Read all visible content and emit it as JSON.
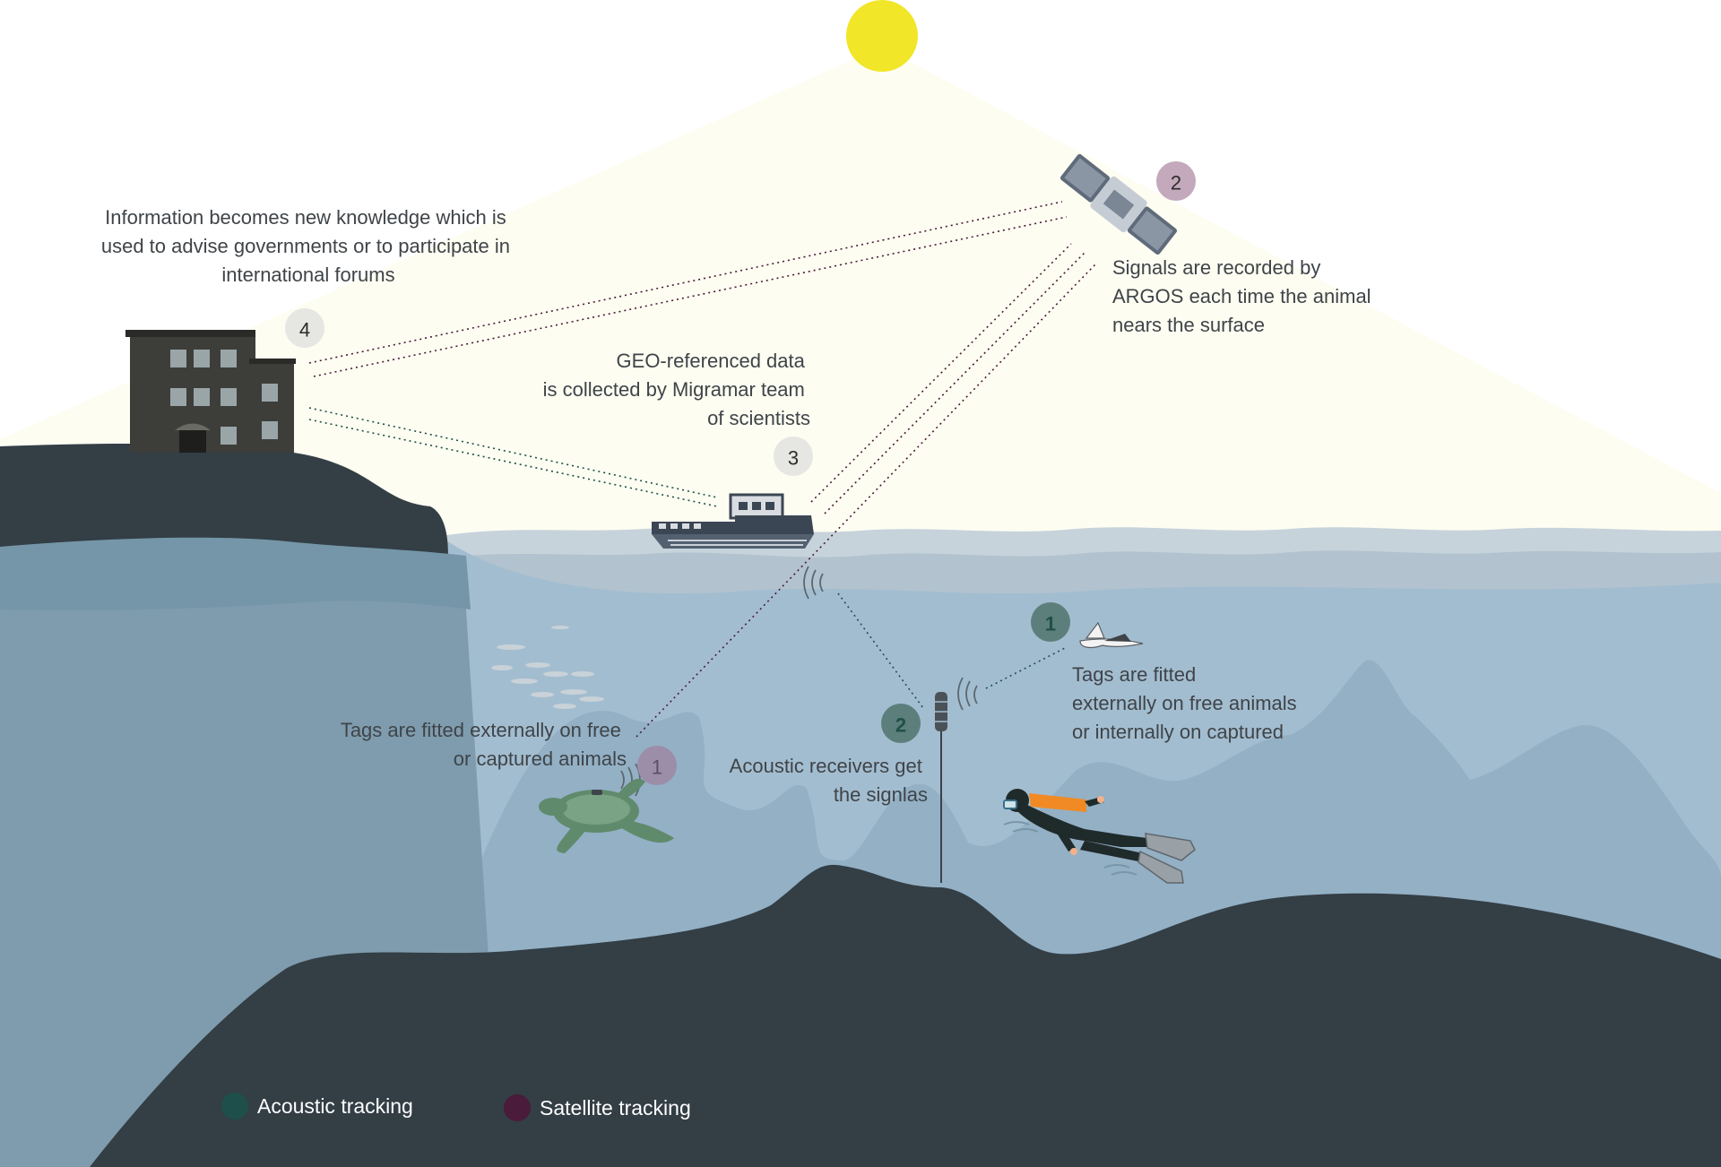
{
  "colors": {
    "acoustic": "#1f4f4a",
    "satellite": "#4a1b3a",
    "sun": "#f1e627",
    "land": "#333e45",
    "water": "#8fadc1",
    "sky_beam": "#fdfdf3"
  },
  "steps": {
    "knowledge": {
      "number": "4",
      "lines": [
        "Information becomes new knowledge which is",
        "used to advise governments or to participate in",
        "international forums"
      ]
    },
    "argos": {
      "number": "2",
      "lines": [
        "Signals are recorded by",
        "ARGOS each time the animal",
        "nears the surface"
      ]
    },
    "geo": {
      "number": "3",
      "lines": [
        "GEO-referenced data",
        "is collected by Migramar team",
        "of scientists"
      ]
    },
    "sat_tags": {
      "number": "1",
      "lines": [
        "Tags are fitted externally on free",
        "or captured animals"
      ]
    },
    "receivers": {
      "number": "2",
      "lines": [
        "Acoustic receivers get",
        "the signlas"
      ]
    },
    "acoustic_tags": {
      "number": "1",
      "lines": [
        "Tags are fitted",
        "externally on free animals",
        "or internally on captured"
      ]
    }
  },
  "legend": {
    "acoustic": "Acoustic tracking",
    "satellite": "Satellite tracking"
  },
  "icons": [
    "sun-icon",
    "satellite-icon",
    "building-icon",
    "boat-icon",
    "turtle-icon",
    "diver-icon",
    "manta-ray-icon",
    "acoustic-receiver-icon",
    "signal-waves-icon",
    "fish-school-icon"
  ]
}
